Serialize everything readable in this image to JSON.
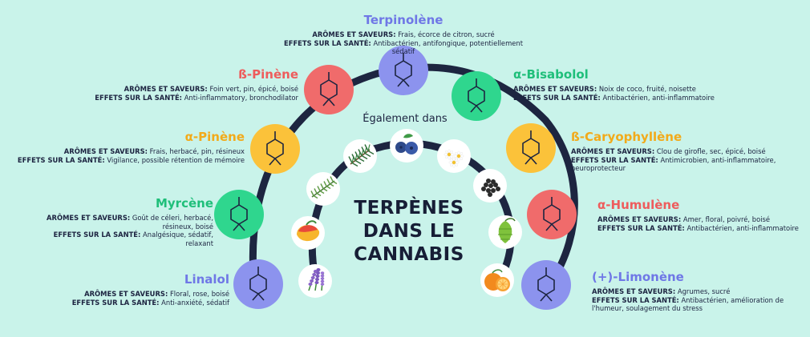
{
  "title": "TERPÈNES DANS LE CANNABIS",
  "title_lines": [
    "TERPÈNES",
    "DANS LE",
    "CANNABIS"
  ],
  "also_found_label": "Également dans",
  "labels": {
    "aromas": "ARÔMES ET SAVEURS:",
    "effects": "EFFETS SUR LA SANTÉ:"
  },
  "colors": {
    "background": "#c9f3ea",
    "arc": "#1d2540",
    "coral": "#f06b6b",
    "yellow": "#fbc23a",
    "green": "#2fd68e",
    "blue": "#8c93ee"
  },
  "terpenes": [
    {
      "name": "Linalol",
      "color": "#8c93ee",
      "aromas": "Floral, rose, boisé",
      "effects": [
        "Anti-anxiété, sédatif"
      ]
    },
    {
      "name": "Myrcène",
      "color": "#2fd68e",
      "aromas": "Goût de céleri, herbacé, résineux, boisé",
      "effects": [
        "Analgésique, sédatif, relaxant"
      ]
    },
    {
      "name": "α-Pinène",
      "color": "#fbc23a",
      "aromas": "Frais, herbacé, pin, résineux",
      "effects": [
        "Vigilance, possible rétention de mémoire"
      ]
    },
    {
      "name": "ß-Pinène",
      "color": "#f06b6b",
      "aromas": "Foin vert, pin, épicé, boisé",
      "effects": [
        "Anti-inflammatory, bronchodilator"
      ]
    },
    {
      "name": "Terpinolène",
      "color": "#8c93ee",
      "aromas": "Frais, écorce de citron, sucré",
      "effects": [
        "Antibactérien, antifongique, potentiellement sédatif"
      ]
    },
    {
      "name": "α-Bisabolol",
      "color": "#2fd68e",
      "aromas": "Noix de coco, fruité, noisette",
      "effects": [
        "Antibactérien, anti-inflammatoire"
      ]
    },
    {
      "name": "ß-Caryophyllène",
      "color": "#fbc23a",
      "aromas": "Clou de girofle, sec, épicé, boisé",
      "effects": [
        "Antimicrobien, anti-inflammatoire,",
        "neuroprotecteur"
      ]
    },
    {
      "name": "α-Humulène",
      "color": "#f06b6b",
      "aromas": "Amer, floral, poivré, boisé",
      "effects": [
        "Antibactérien, anti-inflammatoire"
      ]
    },
    {
      "name": "(+)-Limonène",
      "color": "#8c93ee",
      "aromas": "Agrumes, sucré",
      "effects": [
        "Antibactérien, amélioration de",
        "l'humeur, soulagement du stress"
      ]
    }
  ],
  "foods": [
    {
      "icon": "lavender-icon"
    },
    {
      "icon": "mango-icon"
    },
    {
      "icon": "rosemary-icon"
    },
    {
      "icon": "pine-icon"
    },
    {
      "icon": "blueberry-icon"
    },
    {
      "icon": "chamomile-icon"
    },
    {
      "icon": "pepper-icon"
    },
    {
      "icon": "hops-icon"
    },
    {
      "icon": "orange-icon"
    }
  ]
}
